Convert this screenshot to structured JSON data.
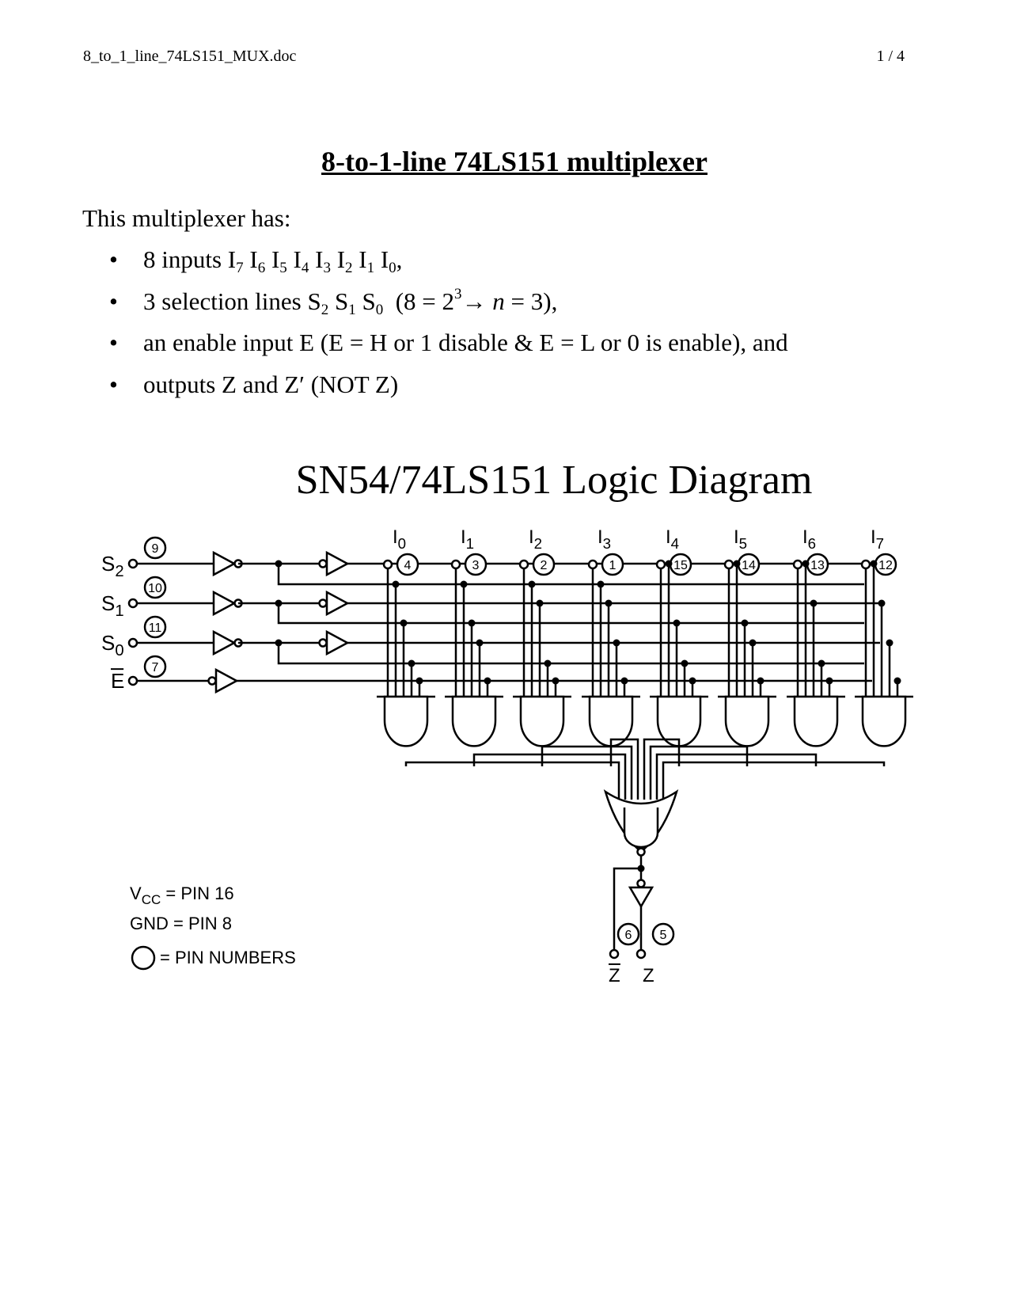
{
  "header": {
    "filename": "8_to_1_line_74LS151_MUX.doc",
    "page": "1 / 4"
  },
  "title": "8-to-1-line 74LS151 multiplexer",
  "intro": "This multiplexer has:",
  "bullets": {
    "b1_prefix": "8 inputs",
    "b2_prefix": "3 selection lines",
    "b3_text": "an enable input E (E = H or 1 disable & E = L or 0 is enable), and",
    "b4_text": "outputs Z and Z′ (NOT Z)"
  },
  "diagram": {
    "title": "SN54/74LS151 Logic Diagram",
    "inputs": [
      {
        "label": "I",
        "sub": "0",
        "pin": "4"
      },
      {
        "label": "I",
        "sub": "1",
        "pin": "3"
      },
      {
        "label": "I",
        "sub": "2",
        "pin": "2"
      },
      {
        "label": "I",
        "sub": "3",
        "pin": "1"
      },
      {
        "label": "I",
        "sub": "4",
        "pin": "15"
      },
      {
        "label": "I",
        "sub": "5",
        "pin": "14"
      },
      {
        "label": "I",
        "sub": "6",
        "pin": "13"
      },
      {
        "label": "I",
        "sub": "7",
        "pin": "12"
      }
    ],
    "selects": [
      {
        "label": "S",
        "sub": "2",
        "pin": "9"
      },
      {
        "label": "S",
        "sub": "1",
        "pin": "10"
      },
      {
        "label": "S",
        "sub": "0",
        "pin": "11"
      }
    ],
    "enable": {
      "label": "E",
      "pin": "7"
    },
    "outputs": [
      {
        "label": "Z",
        "pin": "6",
        "bar": true
      },
      {
        "label": "Z",
        "pin": "5",
        "bar": false
      }
    ],
    "legend": {
      "vcc_v": "V",
      "vcc_sub": "CC",
      "vcc_rest": "= PIN 16",
      "gnd": "GND = PIN 8",
      "pins": "= PIN NUMBERS"
    }
  }
}
